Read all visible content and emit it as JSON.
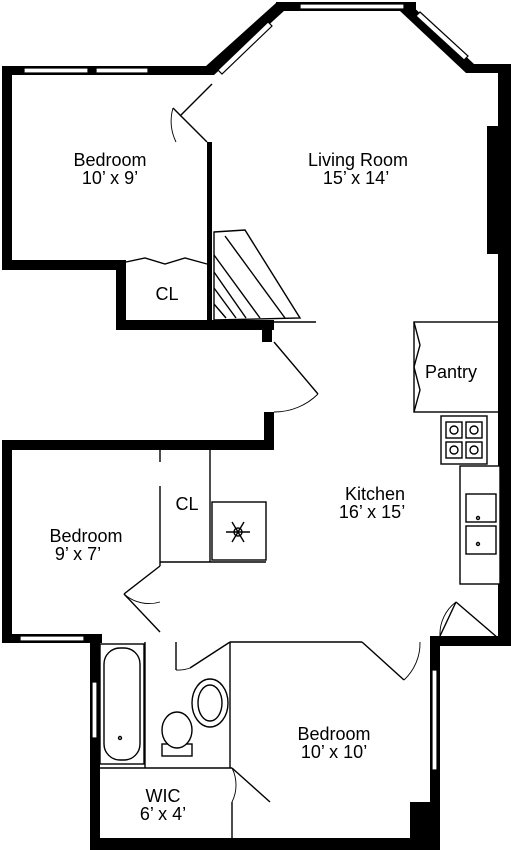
{
  "rooms": {
    "bedroom_top": {
      "name": "Bedroom",
      "size": "10’ x 9’"
    },
    "living_room": {
      "name": "Living Room",
      "size": "15’ x 14’"
    },
    "closet_top": {
      "name": "CL"
    },
    "pantry": {
      "name": "Pantry"
    },
    "closet_mid": {
      "name": "CL"
    },
    "kitchen": {
      "name": "Kitchen",
      "size": "16’ x 15’"
    },
    "bedroom_left": {
      "name": "Bedroom",
      "size": "9’ x 7’"
    },
    "bedroom_bottom": {
      "name": "Bedroom",
      "size": "10’ x 10’"
    },
    "wic": {
      "name": "WIC",
      "size": "6’ x 4’"
    }
  },
  "colors": {
    "wall": "#000000",
    "background": "#ffffff"
  },
  "icons": {
    "freezer": "snowflake-icon"
  }
}
